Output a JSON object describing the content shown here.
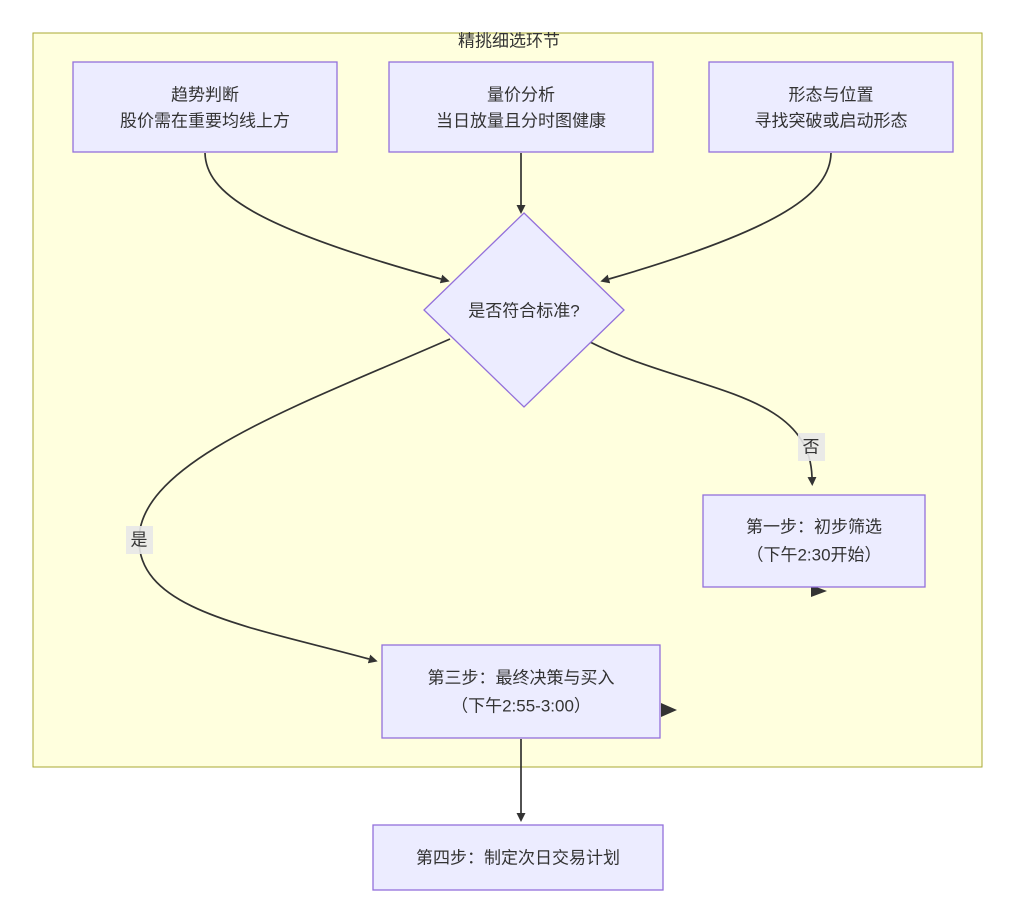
{
  "diagram": {
    "title": "精挑细选环节",
    "nodes": {
      "trend": {
        "line1": "趋势判断",
        "line2": "股价需在重要均线上方"
      },
      "volume": {
        "line1": "量价分析",
        "line2": "当日放量且分时图健康"
      },
      "pattern": {
        "line1": "形态与位置",
        "line2": "寻找突破或启动形态"
      },
      "decision": {
        "label": "是否符合标准?"
      },
      "step1": {
        "line1": "第一步：初步筛选",
        "line2": "（下午2:30开始）"
      },
      "step3": {
        "line1": "第三步：最终决策与买入",
        "line2": "（下午2:55-3:00）"
      },
      "step4": {
        "label": "第四步：制定次日交易计划"
      }
    },
    "edge_labels": {
      "yes": "是",
      "no": "否"
    },
    "colors": {
      "cluster_fill": "#ffffde",
      "cluster_border": "#aaaa33",
      "node_fill": "#ECECFF",
      "node_border": "#9370DB",
      "edge_line": "#333333",
      "edge_label_bg": "#e8e8e8",
      "text": "#333333",
      "page_bg": "#ffffff"
    }
  }
}
